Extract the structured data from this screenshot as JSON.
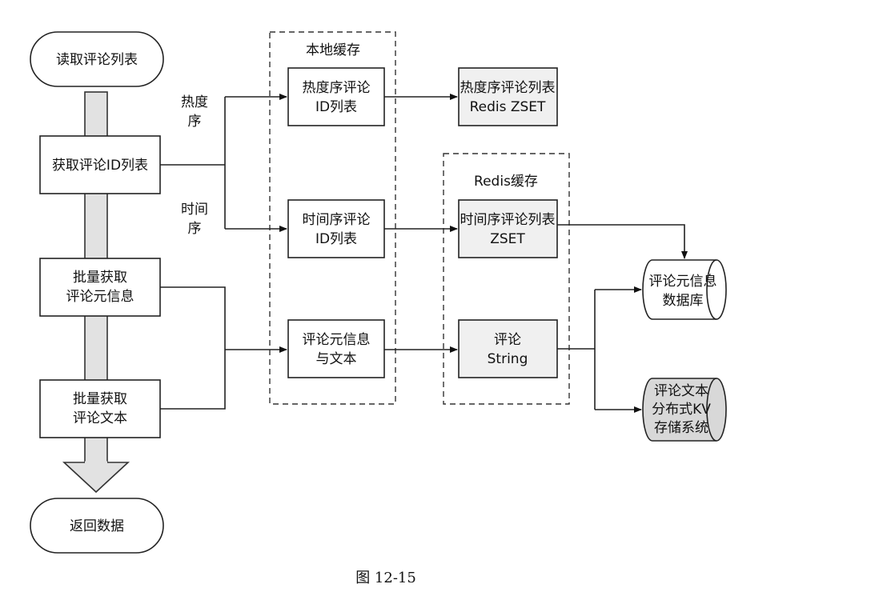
{
  "flow": {
    "start": "读取评论列表",
    "step1": "获取评论ID列表",
    "step2": [
      "批量获取",
      "评论元信息"
    ],
    "step3": [
      "批量获取",
      "评论文本"
    ],
    "end": "返回数据"
  },
  "branch_labels": {
    "hot": [
      "热度",
      "序"
    ],
    "time": [
      "时间",
      "序"
    ]
  },
  "local_cache": {
    "title": "本地缓存",
    "hot_list": [
      "热度序评论",
      "ID列表"
    ],
    "time_list": [
      "时间序评论",
      "ID列表"
    ],
    "meta_text": [
      "评论元信息",
      "与文本"
    ]
  },
  "redis_cache": {
    "title": "Redis缓存",
    "time_zset": [
      "时间序评论列表",
      "ZSET"
    ],
    "string": [
      "评论",
      "String"
    ]
  },
  "hot_redis": [
    "热度序评论列表",
    "Redis ZSET"
  ],
  "stores": {
    "meta_db": [
      "评论元信息",
      "数据库"
    ],
    "kv_store": [
      "评论文本",
      "分布式KV",
      "存储系统"
    ]
  },
  "caption": "图 12-15"
}
